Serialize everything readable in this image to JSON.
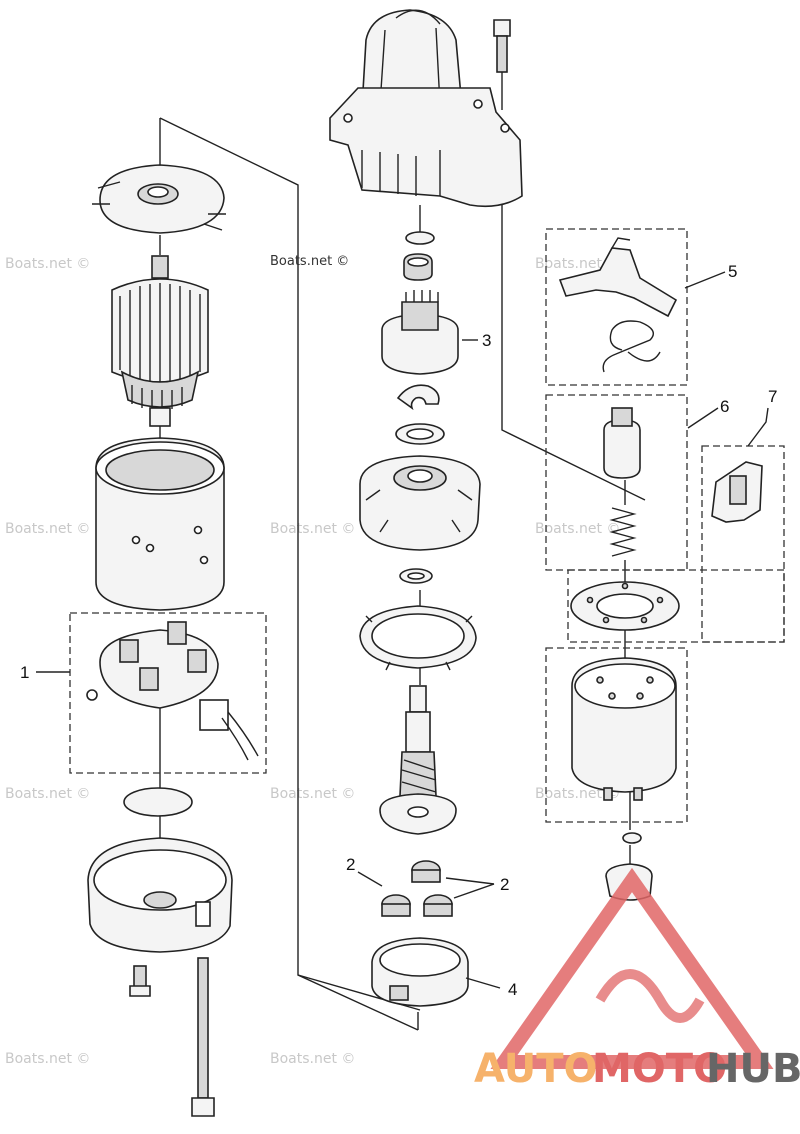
{
  "credit": "Boats.net ©",
  "watermark": "Boats.net ©",
  "callouts": {
    "c1": "1",
    "c2a": "2",
    "c2b": "2",
    "c3": "3",
    "c4": "4",
    "c5": "5",
    "c6": "6",
    "c7": "7"
  },
  "logo": {
    "part1": "AUTO",
    "part2": "MOTO",
    "part3": "HUB",
    "colors": {
      "auto": "#f6b26b",
      "moto": "#e06666",
      "hub": "#666666",
      "triangle": "#e06666"
    }
  }
}
